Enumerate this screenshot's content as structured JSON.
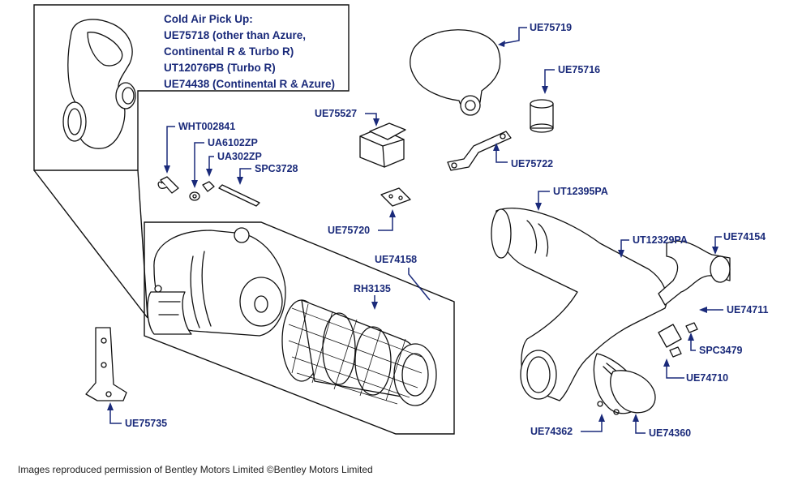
{
  "inset": {
    "lines": [
      "Cold Air Pick Up:",
      "UE75718 (other than Azure,",
      "Continental R & Turbo R)",
      "UT12076PB (Turbo R)",
      "UE74438 (Continental R & Azure)"
    ]
  },
  "parts": {
    "ue75719": "UE75719",
    "ue75716": "UE75716",
    "ue75527": "UE75527",
    "ue75722": "UE75722",
    "wht002841": "WHT002841",
    "ua6102zp": "UA6102ZP",
    "ua302zp": "UA302ZP",
    "spc3728": "SPC3728",
    "ue75720": "UE75720",
    "ut12395pa": "UT12395PA",
    "ut12329pa": "UT12329PA",
    "ue74154": "UE74154",
    "ue74158": "UE74158",
    "rh3135": "RH3135",
    "ue74711": "UE74711",
    "spc3479": "SPC3479",
    "ue74710": "UE74710",
    "ue75735": "UE75735",
    "ue74362": "UE74362",
    "ue74360": "UE74360"
  },
  "caption": "Images reproduced permission of Bentley Motors Limited ©Bentley Motors Limited",
  "colors": {
    "label": "#1a2a7a",
    "ink": "#111111"
  }
}
